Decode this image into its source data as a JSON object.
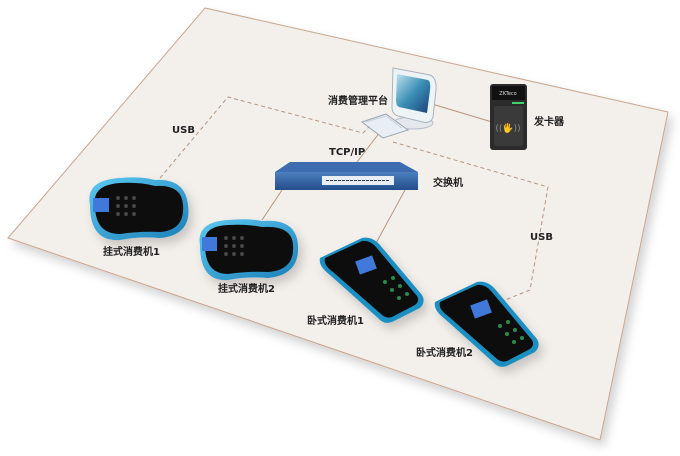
{
  "labels": {
    "platform": "消费管理平台",
    "card_issuer": "发卡器",
    "tcpip": "TCP/IP",
    "switch": "交换机",
    "usb_left": "USB",
    "usb_right": "USB",
    "wall_terminal_1": "挂式消费机1",
    "wall_terminal_2": "挂式消费机2",
    "desk_terminal_1": "卧式消费机1",
    "desk_terminal_2": "卧式消费机2",
    "reader_brand": "ZKTeco"
  },
  "colors": {
    "floor": "#f3efeb",
    "floor_edge": "#c9a58c",
    "line": "#b89580",
    "device_blue": "#2aa0d8",
    "switch_blue": "#2e5e9e"
  }
}
